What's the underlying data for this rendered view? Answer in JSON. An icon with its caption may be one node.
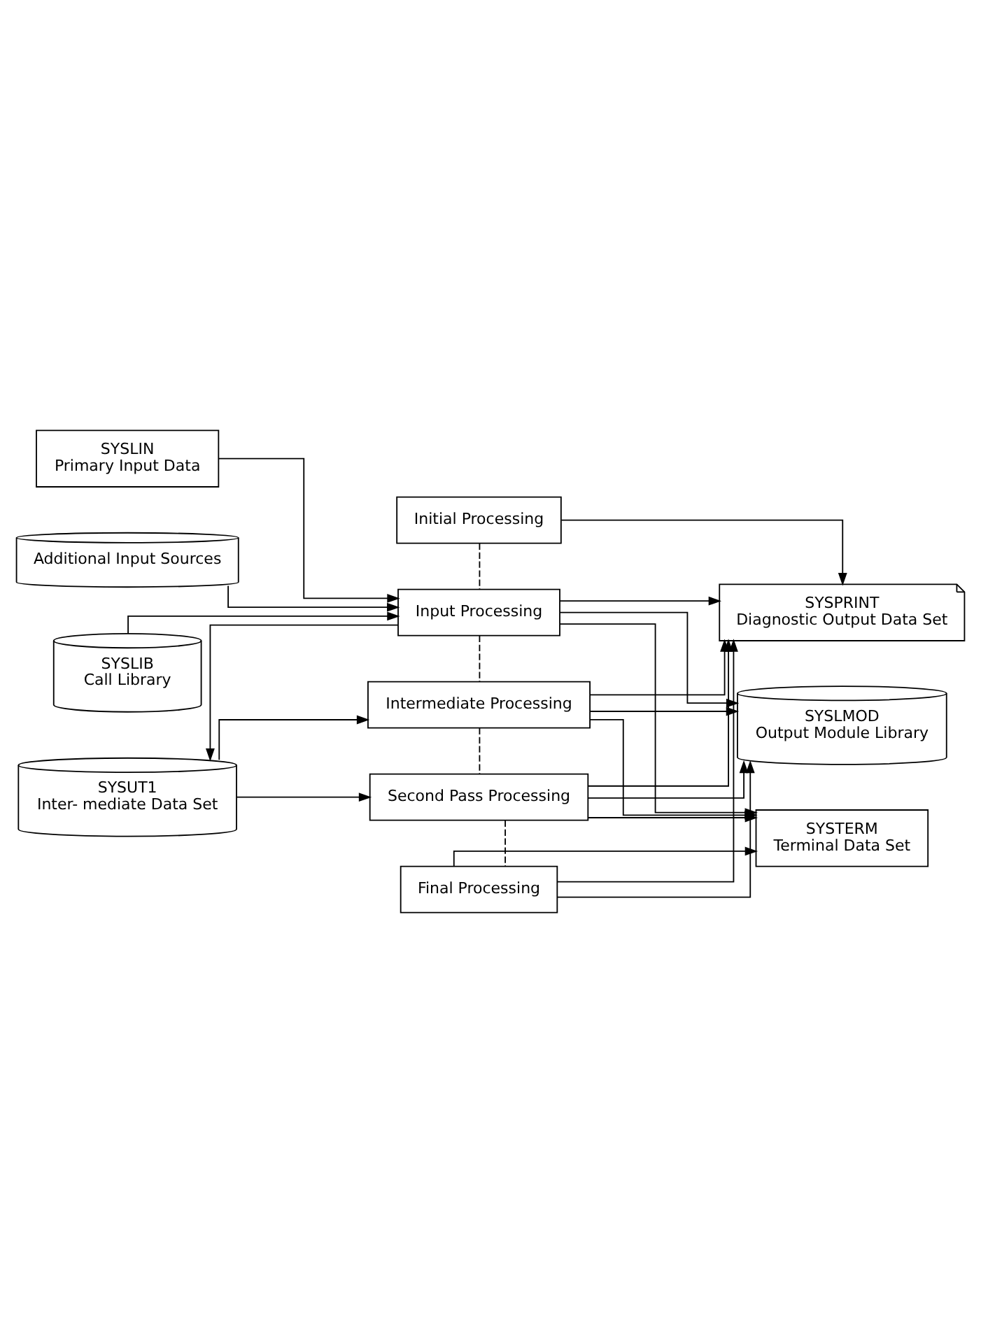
{
  "diagram": {
    "nodes": [
      {
        "text": [
          "SYSLIN",
          "Primary Input Data"
        ]
      },
      {
        "text": [
          "Additional Input Sources"
        ]
      },
      {
        "text": [
          "SYSLIB",
          "Call Library"
        ]
      },
      {
        "text": [
          "SYSUT1",
          "Inter- mediate Data Set"
        ]
      },
      {
        "text": [
          "Initial Processing"
        ]
      },
      {
        "text": [
          "Input Processing"
        ]
      },
      {
        "text": [
          "Intermediate Processing"
        ]
      },
      {
        "text": [
          "Second Pass Processing"
        ]
      },
      {
        "text": [
          "Final Processing"
        ]
      },
      {
        "text": [
          "SYSPRINT",
          "Diagnostic Output Data Set"
        ]
      },
      {
        "text": [
          "SYSTERM",
          "Terminal Data Set"
        ]
      },
      {
        "text": [
          "SYSLMOD",
          "Output Module Library"
        ]
      }
    ],
    "edges": [
      {
        "from": 0,
        "to": 5,
        "arrow": "to"
      },
      {
        "from": 1,
        "to": 5,
        "arrow": "to"
      },
      {
        "from": 2,
        "to": 5,
        "arrow": "to"
      },
      {
        "from": 5,
        "to": 3,
        "arrow": "to"
      },
      {
        "from": 3,
        "to": 6,
        "arrow": "to"
      },
      {
        "from": 3,
        "to": 7,
        "arrow": "to"
      },
      {
        "from": 4,
        "to": 9,
        "arrow": "to"
      },
      {
        "from": 5,
        "to": 9,
        "arrow": "to"
      },
      {
        "from": 6,
        "to": 9,
        "arrow": "to"
      },
      {
        "from": 7,
        "to": 9,
        "arrow": "to"
      },
      {
        "from": 8,
        "to": 9,
        "arrow": "to"
      },
      {
        "from": 5,
        "to": 10,
        "arrow": "to"
      },
      {
        "from": 6,
        "to": 10,
        "arrow": "to"
      },
      {
        "from": 7,
        "to": 10,
        "arrow": "to"
      },
      {
        "from": 8,
        "to": 10,
        "arrow": "to"
      },
      {
        "from": 5,
        "to": 11,
        "arrow": "to"
      },
      {
        "from": 6,
        "to": 11,
        "arrow": "to"
      },
      {
        "from": 7,
        "to": 11,
        "arrow": "to"
      },
      {
        "from": 8,
        "to": 11,
        "arrow": "to"
      },
      {
        "from": 4,
        "to": 5,
        "arrow": "none",
        "style": "dashed"
      },
      {
        "from": 5,
        "to": 6,
        "arrow": "none",
        "style": "dashed"
      },
      {
        "from": 6,
        "to": 7,
        "arrow": "none",
        "style": "dashed"
      },
      {
        "from": 7,
        "to": 8,
        "arrow": "none",
        "style": "dashed"
      }
    ]
  }
}
